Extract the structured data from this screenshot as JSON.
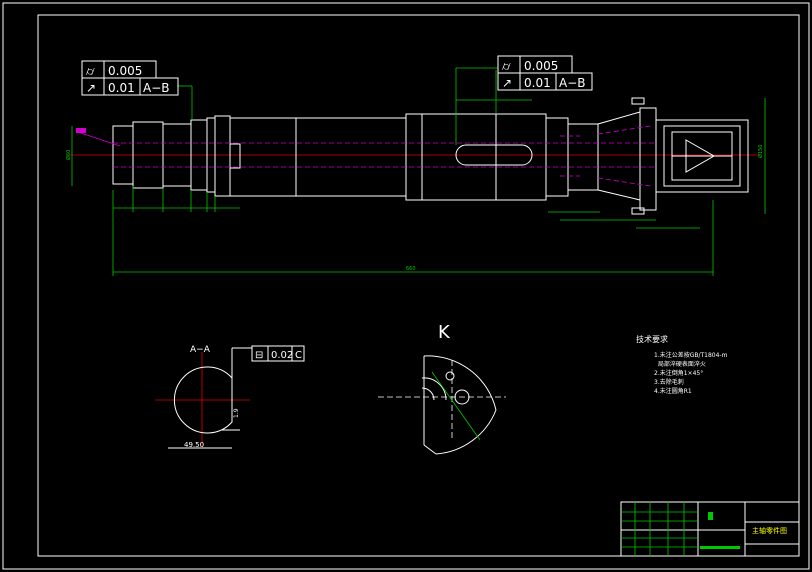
{
  "tolerance_left": {
    "sym1": "⌭",
    "val1": "0.005",
    "sym2": "↗",
    "val2": "0.01",
    "ref2": "A−B"
  },
  "tolerance_right": {
    "sym1": "⌭",
    "val1": "0.005",
    "sym2": "↗",
    "val2": "0.01",
    "ref2": "A−B"
  },
  "section_aa": {
    "label": "A−A",
    "flatness_sym": "⊟",
    "flatness_val": "0.02",
    "flatness_ref": "C",
    "dim_width": "49.50",
    "dim_h": "1.9"
  },
  "view_k": {
    "label": "K"
  },
  "tech_req": {
    "title": "技术要求",
    "items": [
      "1.未注公差按GB/T1804-m",
      "  局部淬硬表面淬火",
      "2.未注倒角1×45°",
      "3.去除毛刺",
      "4.未注圆角R1"
    ]
  },
  "title_block": {
    "drawing_name": "主轴零件图"
  },
  "colors": {
    "background": "#000000",
    "outline": "#ffffff",
    "dimension": "#00c800",
    "hidden": "#d000d0",
    "centerline": "#e00000",
    "title": "#ffff00"
  }
}
